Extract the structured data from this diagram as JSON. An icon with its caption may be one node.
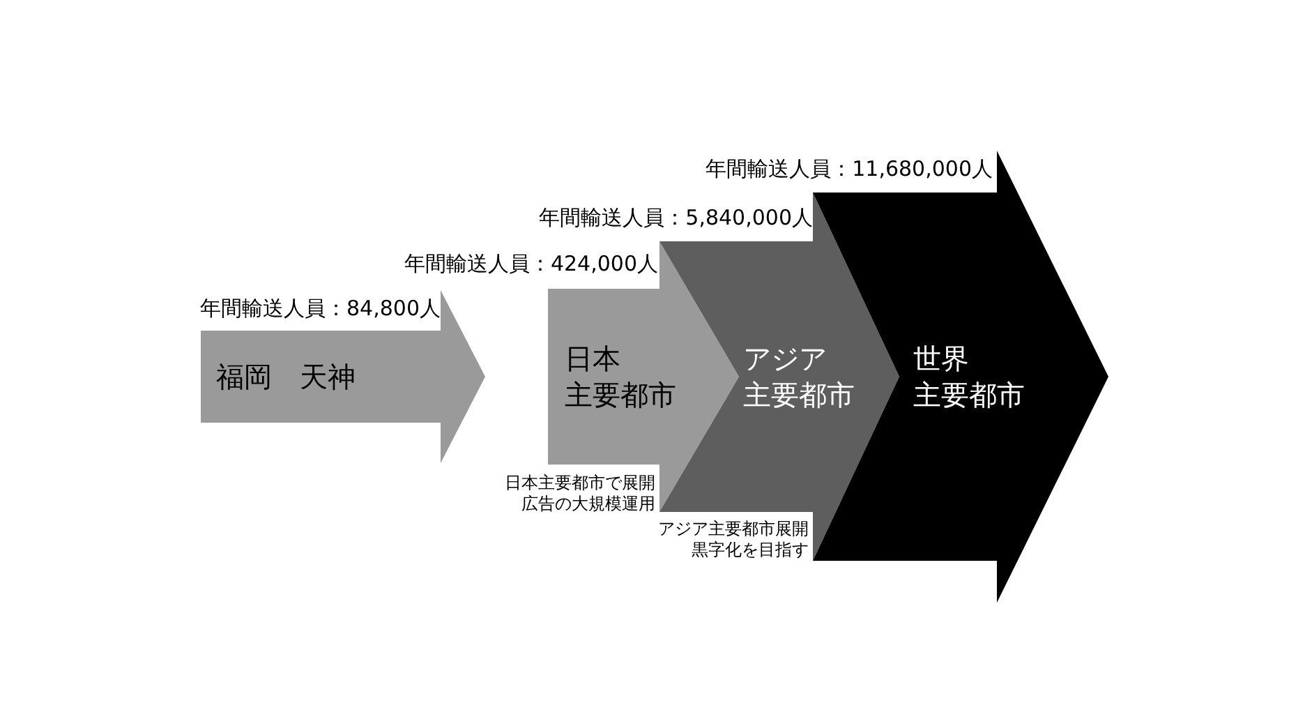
{
  "diagram": {
    "nodes": [
      {
        "text": [
          "福岡　天神"
        ],
        "beside": [
          "年間輸送人員：84,800人"
        ]
      },
      {
        "text": [
          "日本",
          "主要都市"
        ],
        "beside": [
          "年間輸送人員：424,000人",
          "日本主要都市で展開広告の大規模運用"
        ]
      },
      {
        "text": [
          "アジア",
          "主要都市"
        ],
        "beside": [
          "年間輸送人員：5,840,000人",
          "アジア主要都市展開黒字化を目指す"
        ]
      },
      {
        "text": [
          "世界",
          "主要都市"
        ],
        "beside": [
          "年間輸送人員：11,680,000人"
        ]
      }
    ]
  }
}
